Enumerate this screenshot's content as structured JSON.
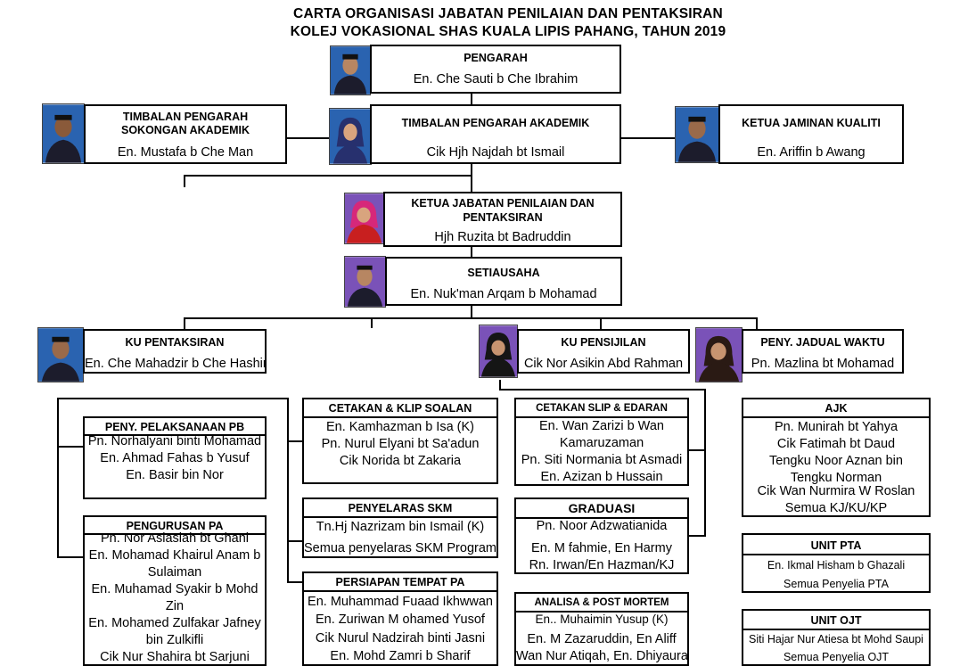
{
  "title": {
    "line1": "CARTA ORGANISASI JABATAN PENILAIAN DAN PENTAKSIRAN",
    "line2": "KOLEJ VOKASIONAL SHAS KUALA LIPIS PAHANG, TAHUN 2019"
  },
  "pengarah": {
    "title": "PENGARAH",
    "name": "En. Che Sauti b Che Ibrahim"
  },
  "tp_sokongan": {
    "title_l1": "TIMBALAN PENGARAH",
    "title_l2": "SOKONGAN AKADEMIK",
    "name": "En. Mustafa b Che Man"
  },
  "tp_akademik": {
    "title": "TIMBALAN PENGARAH AKADEMIK",
    "name": "Cik Hjh Najdah bt Ismail"
  },
  "ketua_kualiti": {
    "title": "KETUA JAMINAN  KUALITI",
    "name": "En. Ariffin b Awang"
  },
  "ketua_jabatan": {
    "title_l1": "KETUA JABATAN PENILAIAN DAN",
    "title_l2": "PENTAKSIRAN",
    "name": "Hjh Ruzita bt Badruddin"
  },
  "setiausaha": {
    "title": "SETIAUSAHA",
    "name": "En. Nuk'man Arqam b Mohamad"
  },
  "ku_pentaksiran": {
    "title": "KU PENTAKSIRAN",
    "name": "En. Che Mahadzir b Che Hashim"
  },
  "ku_pensijilan": {
    "title": "KU PENSIJILAN",
    "name": "Cik Nor Asikin Abd Rahman"
  },
  "jadual_waktu": {
    "title": "PENY. JADUAL WAKTU",
    "name": "Pn. Mazlina bt Mohamad"
  },
  "pelaksanaan_pb": {
    "title": "PENY. PELAKSANAAN PB",
    "names": [
      "Pn. Norhalyani binti Mohamad",
      "En. Ahmad Fahas b Yusuf",
      "En. Basir bin Nor"
    ]
  },
  "pengurusan_pa": {
    "title": "PENGURUSAN PA",
    "names": [
      "Pn. Nor Aslasiah bt Ghani",
      "En. Mohamad Khairul Anam b",
      "Sulaiman",
      "En. Muhamad Syakir b Mohd",
      "Zin",
      "En. Mohamed Zulfakar Jafney",
      "bin Zulkifli",
      "Cik Nur Shahira bt Sarjuni"
    ]
  },
  "cetakan_klip": {
    "title": "CETAKAN & KLIP SOALAN",
    "names": [
      "En. Kamhazman b Isa (K)",
      "Pn. Nurul Elyani bt Sa'adun",
      "Cik Norida bt Zakaria"
    ]
  },
  "penyelaras_skm": {
    "title": "PENYELARAS SKM",
    "names": [
      "Tn.Hj Nazrizam bin Ismail (K)",
      "Semua penyelaras SKM Program"
    ]
  },
  "persiapan_pa": {
    "title": "PERSIAPAN TEMPAT PA",
    "names": [
      "En. Muhammad Fuaad Ikhwwan",
      "En. Zuriwan M ohamed Yusof",
      "Cik Nurul Nadzirah binti Jasni",
      "En. Mohd Zamri b Sharif"
    ]
  },
  "cetakan_slip": {
    "title": "CETAKAN SLIP & EDARAN",
    "names": [
      "En. Wan Zarizi b Wan",
      "Kamaruzaman",
      "Pn. Siti Normania bt Asmadi",
      "En. Azizan b Hussain"
    ]
  },
  "graduasi": {
    "title": "GRADUASI",
    "names": [
      "Pn. Noor Adzwatianida",
      "En. M fahmie, En Harmy",
      "Rn. Irwan/En Hazman/KJ"
    ]
  },
  "analisa": {
    "title": "ANALISA & POST MORTEM",
    "names": [
      "En.. Muhaimin Yusup (K)",
      "En. M Zazaruddin, En Aliff",
      "Wan Nur Atiqah, En. Dhiyaurah"
    ]
  },
  "ajk": {
    "title": "AJK",
    "names": [
      "Pn. Munirah bt Yahya",
      "Cik Fatimah bt Daud",
      "Tengku Noor Aznan bin",
      "Tengku Norman",
      "Cik Wan Nurmira W Roslan",
      "Semua KJ/KU/KP"
    ]
  },
  "unit_pta": {
    "title": "UNIT PTA",
    "names": [
      "En. Ikmal Hisham b Ghazali",
      "Semua Penyelia PTA"
    ]
  },
  "unit_ojt": {
    "title": "UNIT OJT",
    "names": [
      "Siti Hajar Nur Atiesa bt Mohd Saupi",
      "Semua Penyelia OJT"
    ]
  }
}
